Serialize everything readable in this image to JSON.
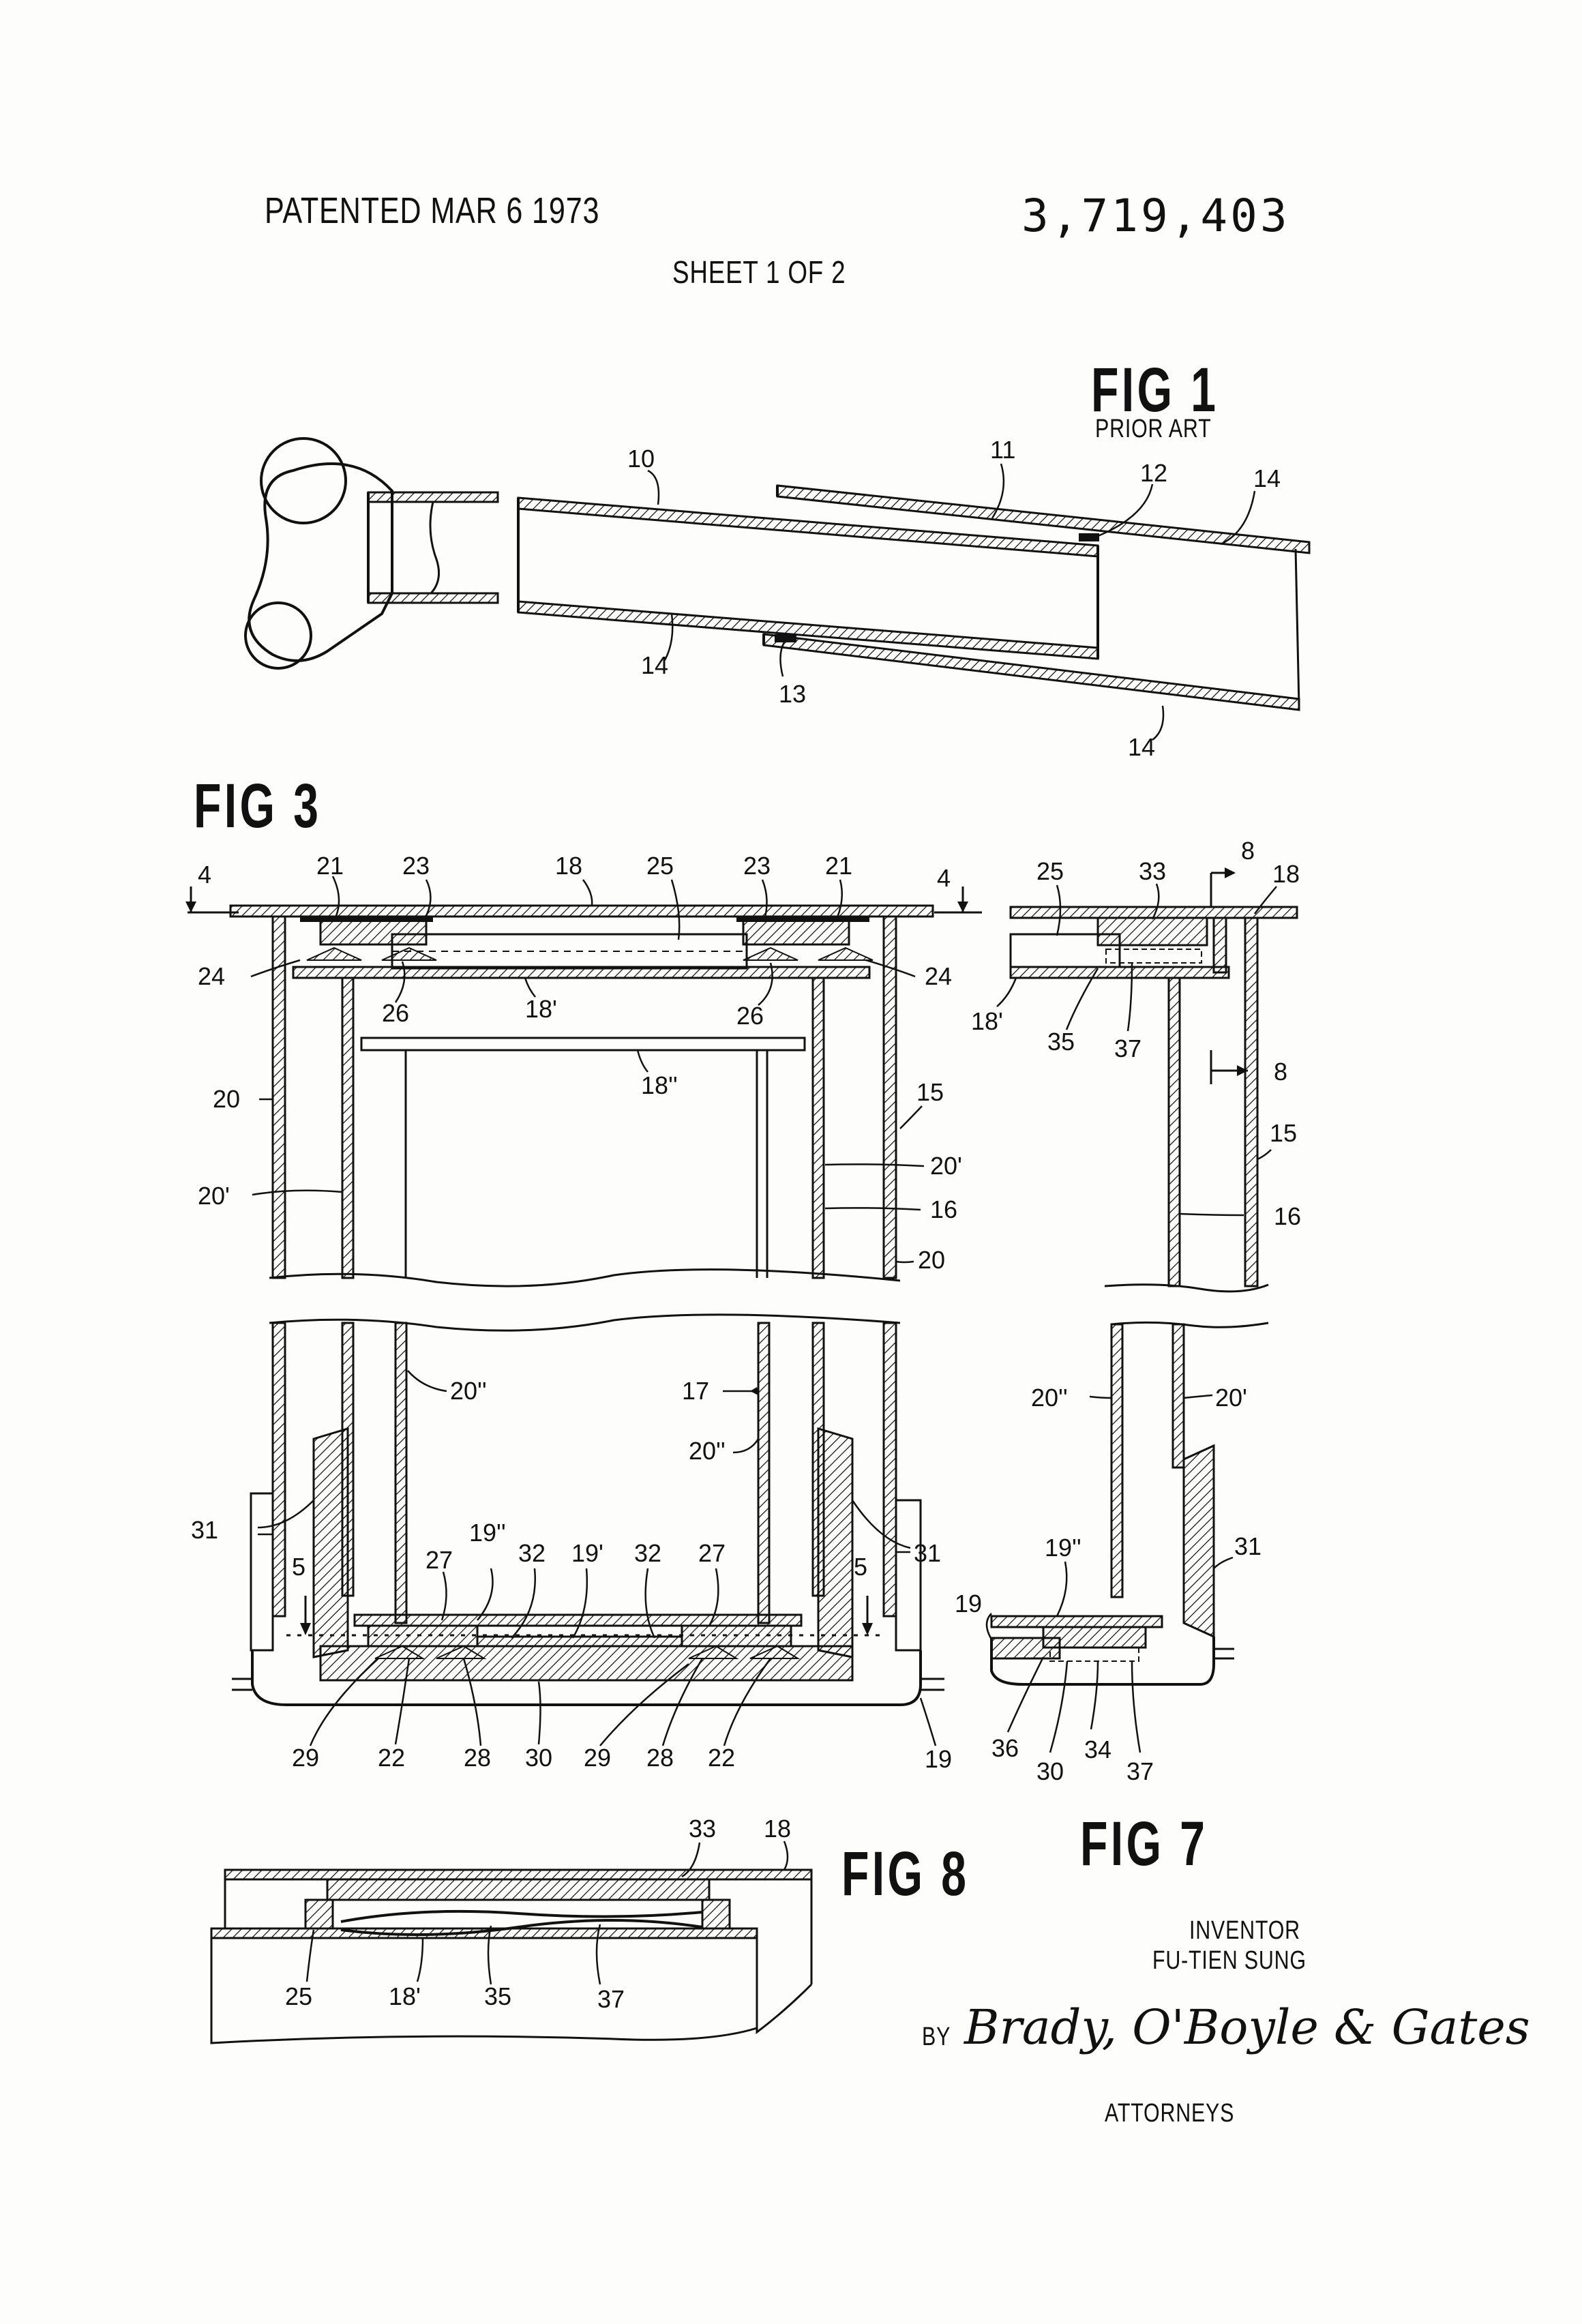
{
  "header": {
    "patented": "PATENTED MAR 6 1973",
    "patent_number": "3,719,403",
    "sheet": "SHEET 1 OF 2"
  },
  "figures": {
    "fig1": {
      "title": "FIG 1",
      "subtitle": "PRIOR ART",
      "labels": [
        "10",
        "11",
        "12",
        "14",
        "14",
        "13",
        "14"
      ]
    },
    "fig3": {
      "title": "FIG 3",
      "labels": [
        "4",
        "21",
        "23",
        "18",
        "25",
        "23",
        "21",
        "4",
        "24",
        "24",
        "26",
        "18'",
        "26",
        "18''",
        "20",
        "15",
        "20'",
        "20'",
        "16",
        "20",
        "20''",
        "17",
        "20''",
        "31",
        "31",
        "5",
        "19''",
        "27",
        "32",
        "19'",
        "32",
        "27",
        "5",
        "29",
        "22",
        "28",
        "30",
        "29",
        "28",
        "22",
        "19"
      ]
    },
    "fig7": {
      "title": "FIG 7",
      "labels": [
        "8",
        "25",
        "33",
        "18",
        "18'",
        "35",
        "37",
        "8",
        "15",
        "16",
        "20''",
        "20'",
        "19''",
        "31",
        "19",
        "36",
        "30",
        "34",
        "37"
      ]
    },
    "fig8": {
      "title": "FIG 8",
      "labels": [
        "33",
        "18",
        "25",
        "18'",
        "35",
        "37"
      ]
    }
  },
  "inventor": {
    "heading": "INVENTOR",
    "name": "FU-TIEN SUNG"
  },
  "attorneys": {
    "by": "BY",
    "signature": "Brady, O'Boyle & Gates",
    "label": "ATTORNEYS"
  }
}
